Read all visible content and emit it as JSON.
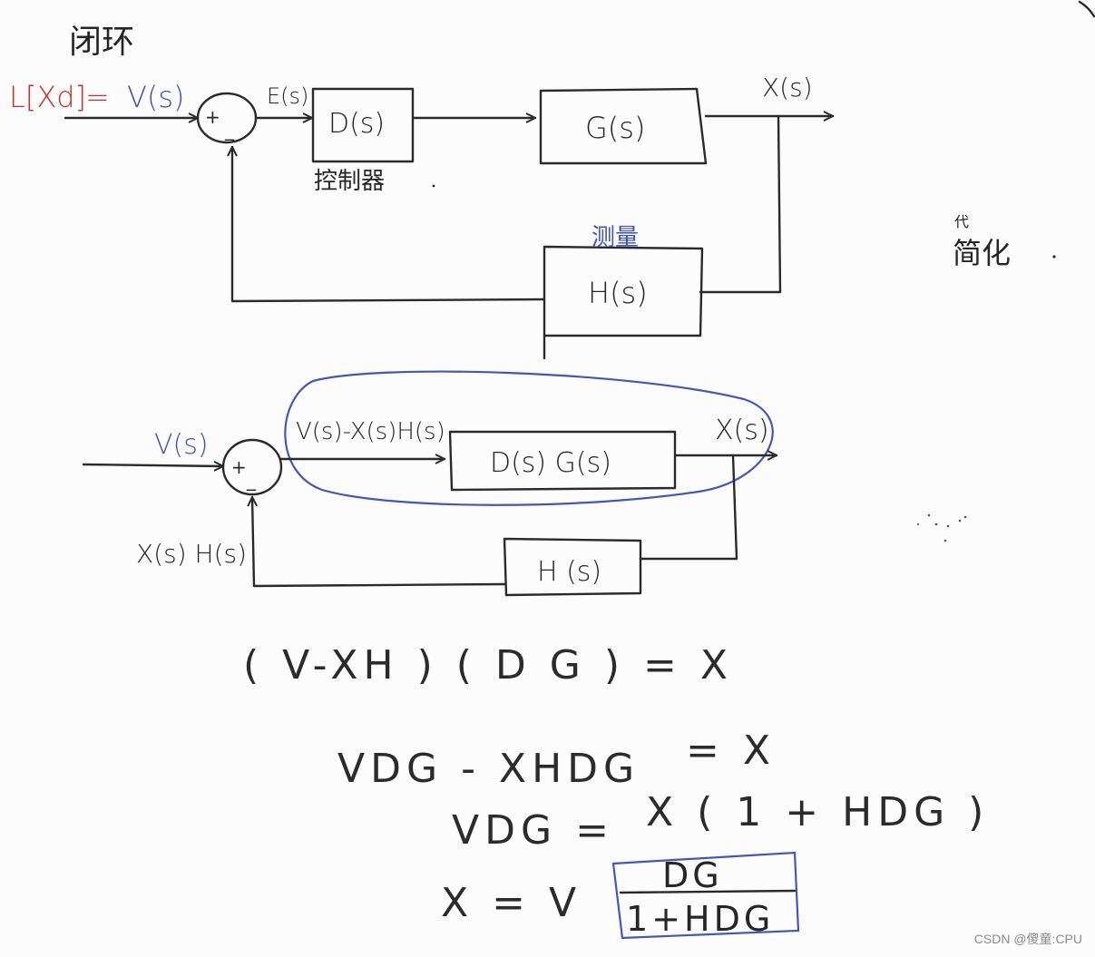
{
  "title": "闭环",
  "top_diagram": {
    "input_red": "L[Xd]",
    "input_eq": "=",
    "input_blue": "V(s)",
    "summer_plus": "+",
    "summer_minus": "_",
    "error_label": "E(s)",
    "controller": "D(s)",
    "controller_note": "控制器",
    "plant": "G(s)",
    "output": "X(s)",
    "sensor": "H(s)",
    "sensor_note": "测量"
  },
  "side_note": "简化",
  "side_note_small": "代",
  "bottom_diagram": {
    "input": "V(s)",
    "summer_plus": "+",
    "summer_minus": "_",
    "error_expr": "V(s)-X(s)H(s)",
    "forward_block": "D(s) G(s)",
    "output": "X(s)",
    "feedback_block": "H (s)",
    "feedback_signal": "X(s) H(s)"
  },
  "equations": {
    "eq1": "( V-XH ) ( D G ) = X",
    "eq2_left": "VDG  -  XHDG",
    "eq2_right": "= X",
    "eq3_left": "VDG  =",
    "eq3_right": "X ( 1 + HDG )",
    "eq4_left": "X  =  V",
    "eq4_num": "DG",
    "eq4_den": "1+HDG"
  },
  "watermark": "CSDN @傻童:CPU",
  "colors": {
    "ink": "#2a2a2a",
    "blue": "#4456b8",
    "red": "#c8322b"
  }
}
